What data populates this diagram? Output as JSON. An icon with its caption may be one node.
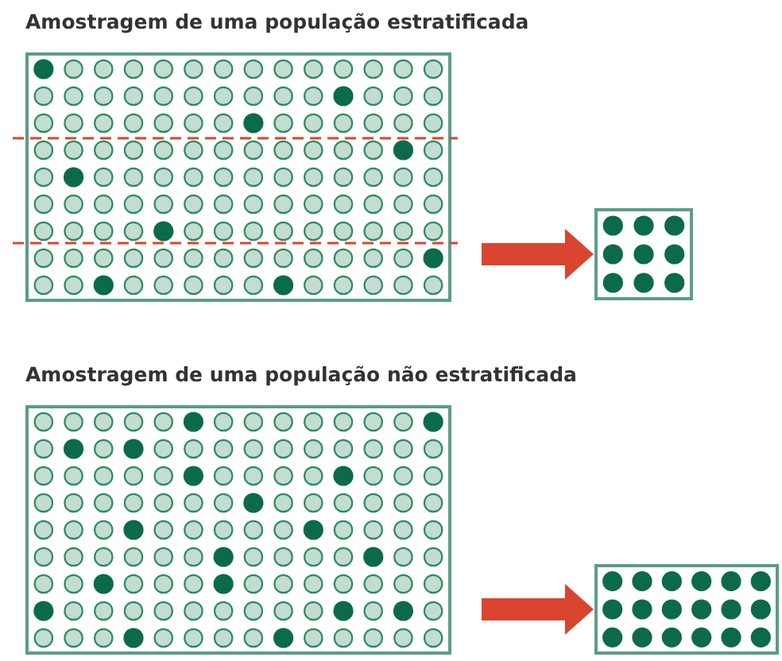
{
  "diagram": {
    "nodes": [
      {
        "text": [
          "Amostragem de uma população estratificada"
        ]
      },
      {
        "text": [],
        "shape": "box"
      },
      {
        "text": [
          "Amostragem de uma população não estratificada"
        ]
      },
      {
        "text": [],
        "shape": "box"
      }
    ],
    "edges": [
      {
        "from": 0,
        "to": 1,
        "arrow": "to"
      },
      {
        "from": 2,
        "to": 3,
        "arrow": "to"
      }
    ]
  }
}
